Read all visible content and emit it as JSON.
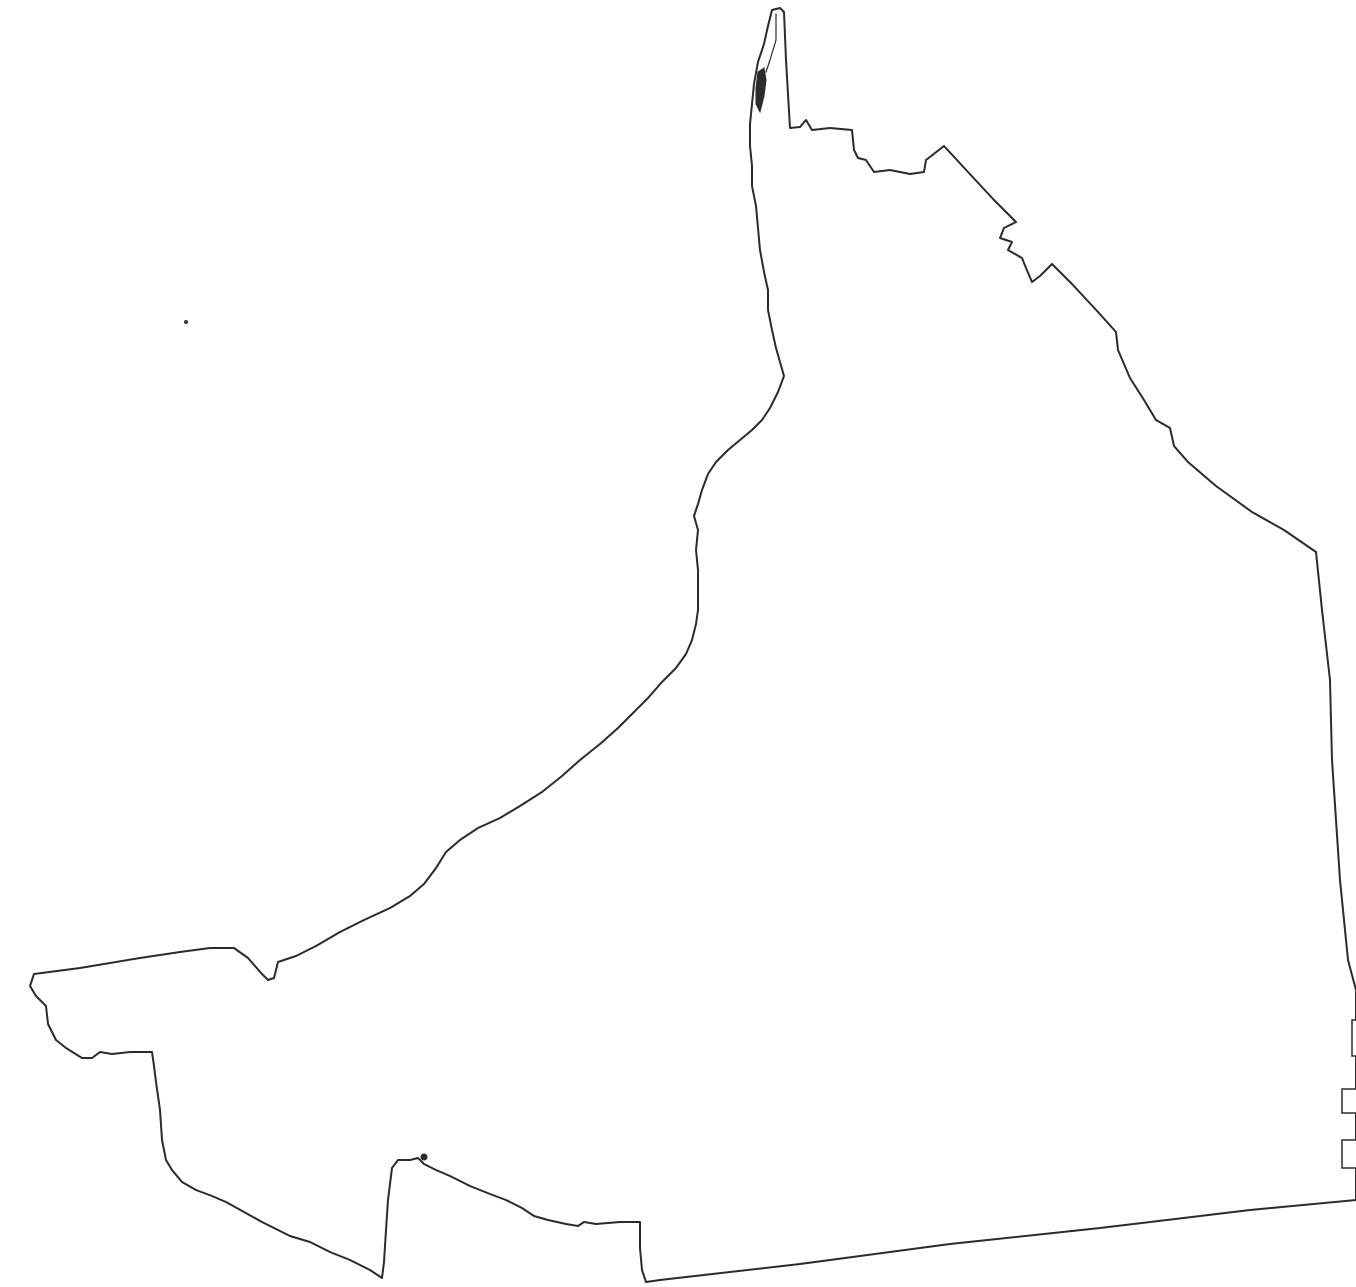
{
  "map": {
    "type": "outline-map",
    "background_color": "#ffffff",
    "line_color": "#2b2b2b",
    "legend": {
      "placement": "bottom-right",
      "swatches": 2,
      "swatch_fill": "#ffffff"
    }
  }
}
